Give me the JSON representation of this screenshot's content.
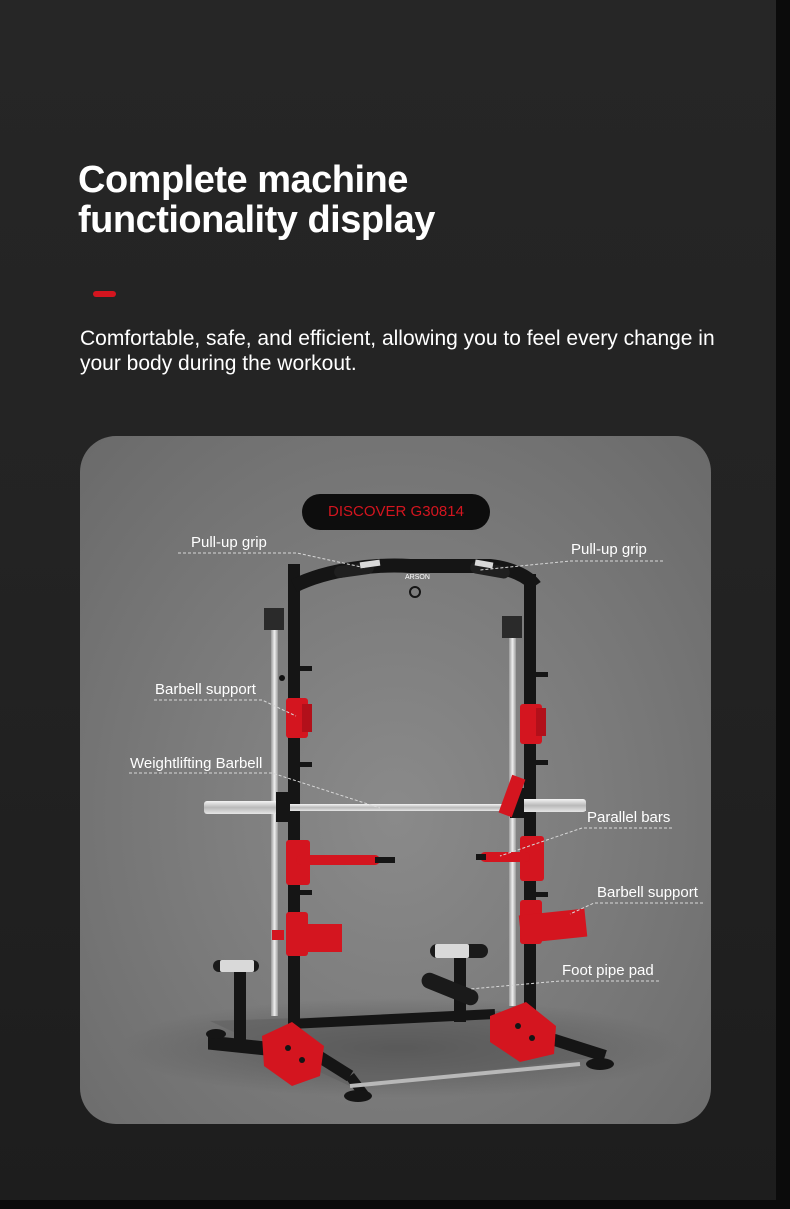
{
  "header": {
    "title_line1": "Complete machine",
    "title_line2": "functionality display",
    "subtitle": "Comfortable, safe, and efficient, allowing you to feel every change in your body during the workout."
  },
  "colors": {
    "accent": "#d4151f",
    "background": "#232323",
    "card": "#7c7c7c",
    "frame": "#151515"
  },
  "product": {
    "badge": "DISCOVER G30814",
    "brand_mark": "ARSON"
  },
  "callouts": {
    "pull_up_grip_left": "Pull-up grip",
    "pull_up_grip_right": "Pull-up grip",
    "barbell_support_left": "Barbell support",
    "weightlifting_barbell": "Weightlifting Barbell",
    "parallel_bars": "Parallel bars",
    "barbell_support_right": "Barbell support",
    "foot_pipe_pad": "Foot pipe pad"
  }
}
